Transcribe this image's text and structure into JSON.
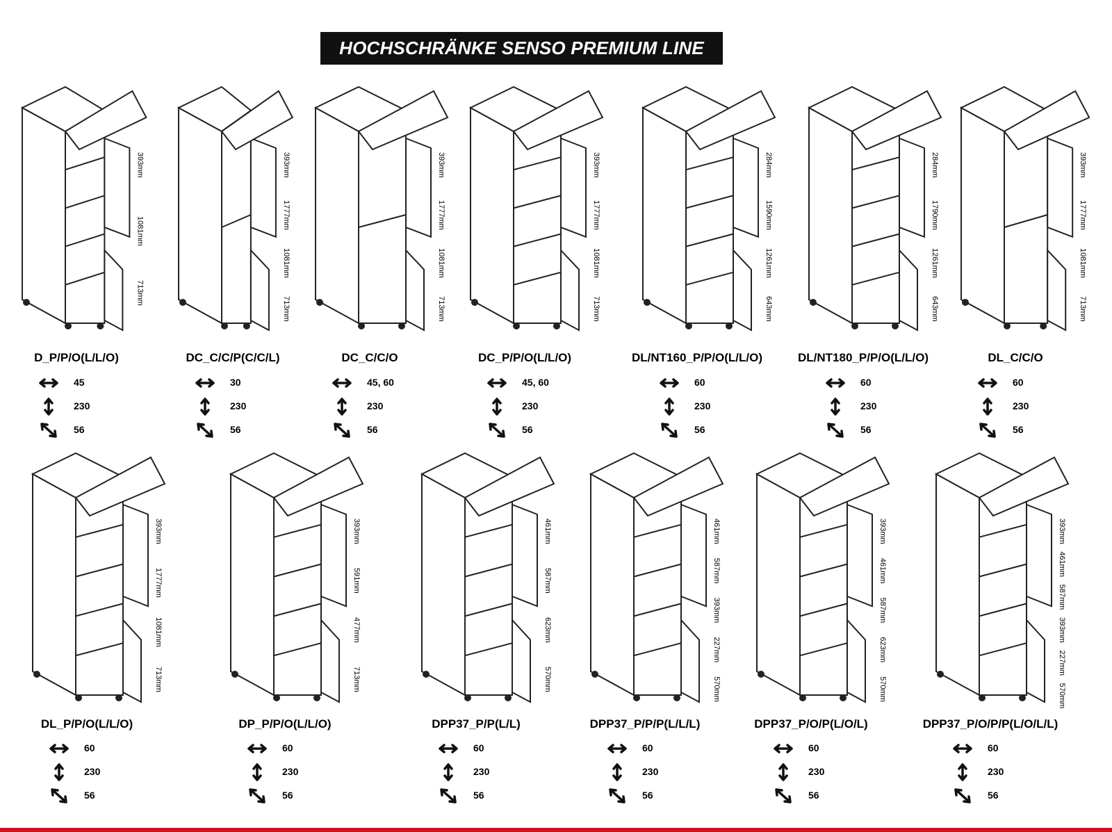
{
  "title": "HOCHSCHRÄNKE SENSO PREMIUM LINE",
  "colors": {
    "title_bg": "#111111",
    "title_text": "#ffffff",
    "bottom_rule": "#d0121b"
  },
  "icons": {
    "width": "double-arrow-horizontal-icon",
    "height": "double-arrow-vertical-icon",
    "depth": "double-arrow-diagonal-icon"
  },
  "cabinets": [
    {
      "code": "D_P/P/O(L/L/O)",
      "width": "45",
      "height": "230",
      "depth": "56",
      "dims": [
        "393mm",
        "1081mm",
        "713mm"
      ]
    },
    {
      "code": "DC_C/C/P(C/C/L)",
      "width": "30",
      "height": "230",
      "depth": "56",
      "dims": [
        "393mm",
        "1777mm",
        "1081mm",
        "713mm"
      ]
    },
    {
      "code": "DC_C/C/O",
      "width": "45, 60",
      "height": "230",
      "depth": "56",
      "dims": [
        "393mm",
        "1777mm",
        "1081mm",
        "713mm"
      ]
    },
    {
      "code": "DC_P/P/O(L/L/O)",
      "width": "45, 60",
      "height": "230",
      "depth": "56",
      "dims": [
        "393mm",
        "1777mm",
        "1081mm",
        "713mm"
      ]
    },
    {
      "code": "DL/NT160_P/P/O(L/L/O)",
      "width": "60",
      "height": "230",
      "depth": "56",
      "dims": [
        "284mm",
        "1590mm",
        "1261mm",
        "643mm"
      ]
    },
    {
      "code": "DL/NT180_P/P/O(L/L/O)",
      "width": "60",
      "height": "230",
      "depth": "56",
      "dims": [
        "284mm",
        "1790mm",
        "1261mm",
        "643mm"
      ]
    },
    {
      "code": "DL_C/C/O",
      "width": "60",
      "height": "230",
      "depth": "56",
      "dims": [
        "393mm",
        "1777mm",
        "1081mm",
        "713mm"
      ]
    },
    {
      "code": "DL_P/P/O(L/L/O)",
      "width": "60",
      "height": "230",
      "depth": "56",
      "dims": [
        "393mm",
        "1777mm",
        "1081mm",
        "713mm"
      ]
    },
    {
      "code": "DP_P/P/O(L/L/O)",
      "width": "60",
      "height": "230",
      "depth": "56",
      "dims": [
        "393mm",
        "591mm",
        "477mm",
        "713mm"
      ]
    },
    {
      "code": "DPP37_P/P(L/L)",
      "width": "60",
      "height": "230",
      "depth": "56",
      "dims": [
        "461mm",
        "587mm",
        "623mm",
        "570mm"
      ]
    },
    {
      "code": "DPP37_P/P/P(L/L/L)",
      "width": "60",
      "height": "230",
      "depth": "56",
      "dims": [
        "461mm",
        "587mm",
        "393mm",
        "227mm",
        "570mm"
      ]
    },
    {
      "code": "DPP37_P/O/P(L/O/L)",
      "width": "60",
      "height": "230",
      "depth": "56",
      "dims": [
        "393mm",
        "461mm",
        "587mm",
        "623mm",
        "570mm"
      ]
    },
    {
      "code": "DPP37_P/O/P/P(L/O/L/L)",
      "width": "60",
      "height": "230",
      "depth": "56",
      "dims": [
        "393mm",
        "461mm",
        "587mm",
        "393mm",
        "227mm",
        "570mm"
      ]
    }
  ]
}
